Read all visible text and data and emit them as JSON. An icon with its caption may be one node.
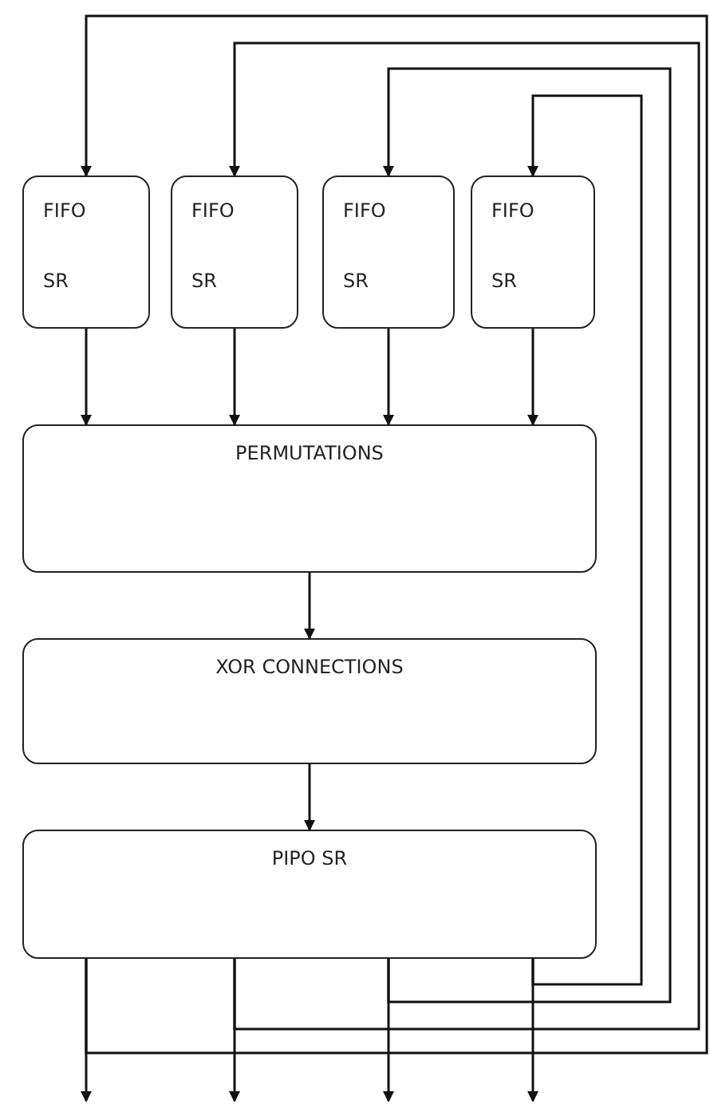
{
  "diagram": {
    "nodes": [
      {
        "text": [
          "FIFO",
          "SR"
        ]
      },
      {
        "text": [
          "FIFO",
          "SR"
        ]
      },
      {
        "text": [
          "FIFO",
          "SR"
        ]
      },
      {
        "text": [
          "FIFO",
          "SR"
        ]
      },
      {
        "text": [
          "PERMUTATIONS"
        ]
      },
      {
        "text": [
          "XOR CONNECTIONS"
        ]
      },
      {
        "text": [
          "PIPO SR"
        ]
      }
    ],
    "edges": [
      {
        "from": 0,
        "to": 4,
        "arrow": "to"
      },
      {
        "from": 1,
        "to": 4,
        "arrow": "to"
      },
      {
        "from": 2,
        "to": 4,
        "arrow": "to"
      },
      {
        "from": 3,
        "to": 4,
        "arrow": "to"
      },
      {
        "from": 4,
        "to": 5,
        "arrow": "to"
      },
      {
        "from": 5,
        "to": 6,
        "arrow": "to"
      },
      {
        "from": 6,
        "to": null,
        "arrow": "to"
      },
      {
        "from": 6,
        "to": null,
        "arrow": "to"
      },
      {
        "from": 6,
        "to": null,
        "arrow": "to"
      },
      {
        "from": 6,
        "to": null,
        "arrow": "to"
      },
      {
        "from": 6,
        "to": 0,
        "arrow": "to"
      },
      {
        "from": 6,
        "to": 1,
        "arrow": "to"
      },
      {
        "from": 6,
        "to": 2,
        "arrow": "to"
      },
      {
        "from": 6,
        "to": 3,
        "arrow": "to"
      }
    ]
  }
}
